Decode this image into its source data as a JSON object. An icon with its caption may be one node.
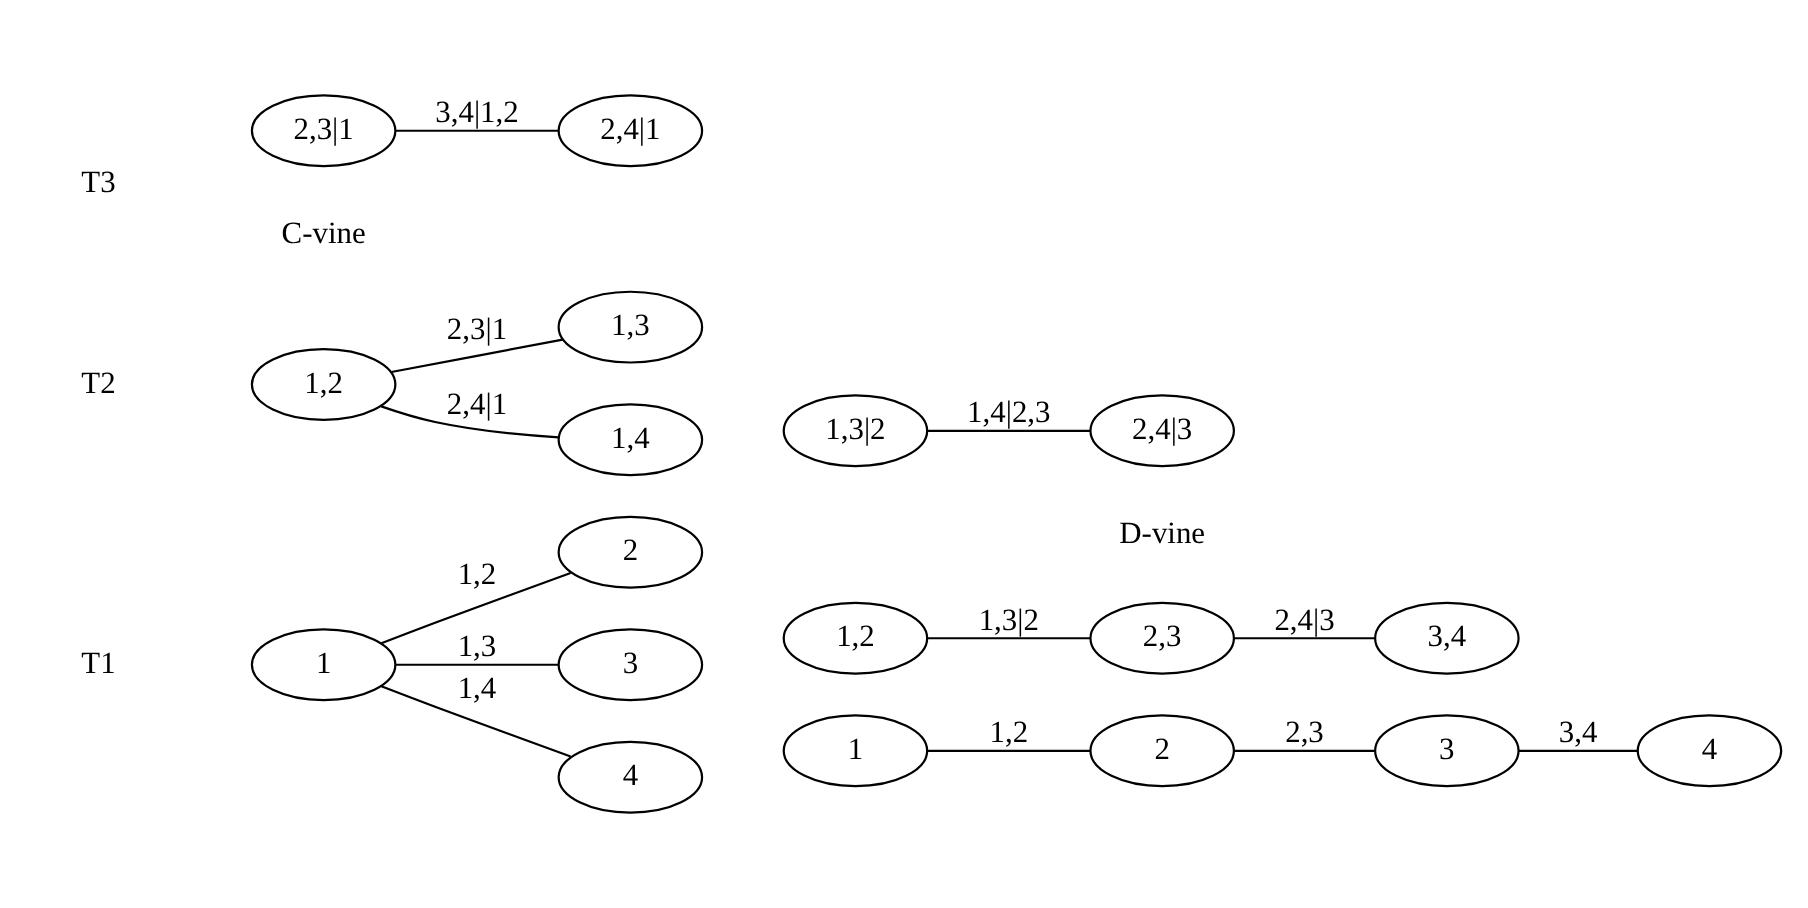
{
  "diagram": {
    "nodes": [
      {
        "text": [
          "1"
        ]
      },
      {
        "text": [
          "2"
        ]
      },
      {
        "text": [
          "3"
        ]
      },
      {
        "text": [
          "4"
        ]
      },
      {
        "text": [
          "1"
        ]
      },
      {
        "text": [
          "2"
        ]
      },
      {
        "text": [
          "3"
        ]
      },
      {
        "text": [
          "4"
        ]
      },
      {
        "text": [
          "1,2"
        ]
      },
      {
        "text": [
          "1,3"
        ]
      },
      {
        "text": [
          "1,4"
        ]
      },
      {
        "text": [
          "1,2"
        ]
      },
      {
        "text": [
          "2,3"
        ]
      },
      {
        "text": [
          "3,4"
        ]
      },
      {
        "text": [
          "2,3|1"
        ]
      },
      {
        "text": [
          "2,4|1"
        ]
      },
      {
        "text": [
          "1,3|2"
        ]
      },
      {
        "text": [
          "2,4|3"
        ]
      }
    ],
    "edges": [
      {
        "from": 0,
        "to": 1,
        "arrow": "none",
        "label": "1,2"
      },
      {
        "from": 0,
        "to": 2,
        "arrow": "none",
        "label": "1,3"
      },
      {
        "from": 0,
        "to": 3,
        "arrow": "none",
        "label": "1,4"
      },
      {
        "from": 4,
        "to": 5,
        "arrow": "none",
        "label": "1,2"
      },
      {
        "from": 5,
        "to": 6,
        "arrow": "none",
        "label": "2,3"
      },
      {
        "from": 6,
        "to": 7,
        "arrow": "none",
        "label": "3,4"
      },
      {
        "from": 8,
        "to": 9,
        "arrow": "none",
        "label": "2,3|1"
      },
      {
        "from": 8,
        "to": 10,
        "arrow": "none",
        "label": "2,4|1"
      },
      {
        "from": 11,
        "to": 12,
        "arrow": "none",
        "label": "1,3|2"
      },
      {
        "from": 12,
        "to": 13,
        "arrow": "none",
        "label": "2,4|3"
      },
      {
        "from": 14,
        "to": 15,
        "arrow": "none",
        "label": "3,4|1,2"
      },
      {
        "from": 16,
        "to": 17,
        "arrow": "none",
        "label": "1,4|2,3"
      }
    ],
    "labels": [
      "T1",
      "T2",
      "T3",
      "C-vine",
      "D-vine"
    ]
  }
}
